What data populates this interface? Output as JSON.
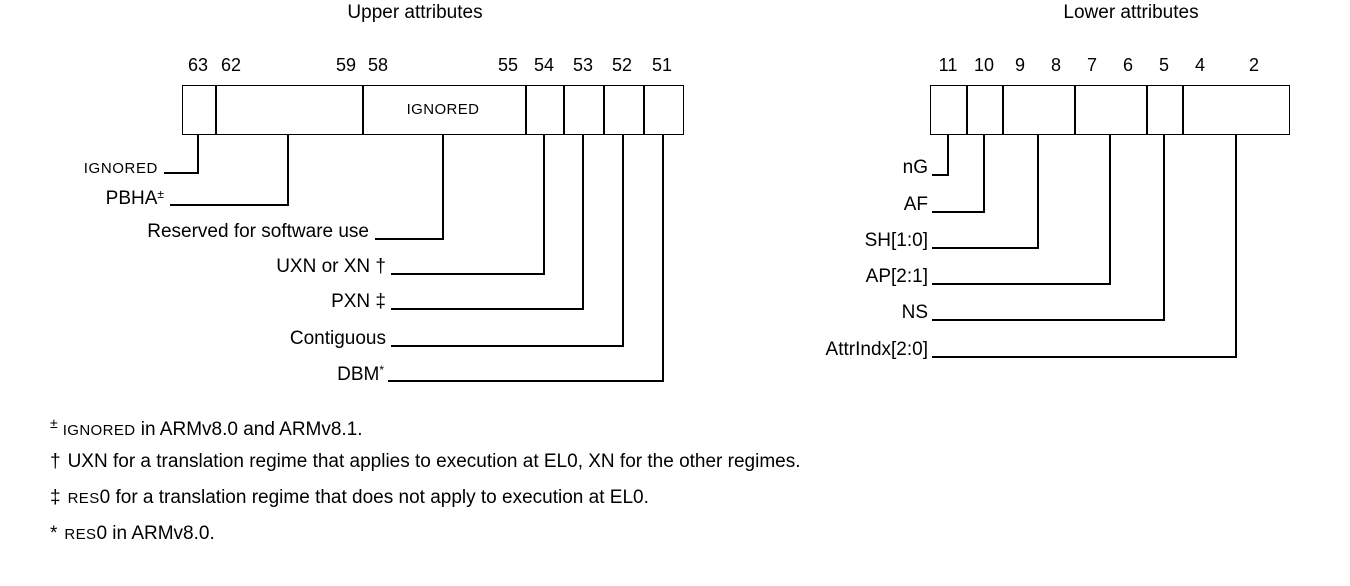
{
  "colors": {
    "foreground": "#000000",
    "background": "#ffffff"
  },
  "upper": {
    "title": "Upper attributes",
    "bit_numbers": [
      "63",
      "62",
      "59",
      "58",
      "55",
      "54",
      "53",
      "52",
      "51"
    ],
    "box_text": "IGNORED",
    "fields": [
      {
        "label": "IGNORED",
        "bits": "63"
      },
      {
        "label": "PBHA",
        "sup": "±",
        "bits": "62:59"
      },
      {
        "label": "Reserved for software use",
        "bits": "58:55"
      },
      {
        "label": "UXN or XN †",
        "bits": "54"
      },
      {
        "label": "PXN ‡",
        "bits": "53"
      },
      {
        "label": "Contiguous",
        "bits": "52"
      },
      {
        "label": "DBM",
        "sup": "*",
        "bits": "51"
      }
    ]
  },
  "lower": {
    "title": "Lower attributes",
    "bit_numbers": [
      "11",
      "10",
      "9",
      "8",
      "7",
      "6",
      "5",
      "4",
      "2"
    ],
    "fields": [
      {
        "label": "nG",
        "bits": "11"
      },
      {
        "label": "AF",
        "bits": "10"
      },
      {
        "label": "SH[1:0]",
        "bits": "9:8"
      },
      {
        "label": "AP[2:1]",
        "bits": "7:6"
      },
      {
        "label": "NS",
        "bits": "5"
      },
      {
        "label": "AttrIndx[2:0]",
        "bits": "4:2"
      }
    ]
  },
  "footnotes": [
    {
      "marker": "±",
      "sc": "IGNORED",
      "text": " in ARMv8.0 and ARMv8.1."
    },
    {
      "marker": "†",
      "sc": "",
      "text": "UXN for a translation regime that applies to execution at EL0, XN for the other regimes."
    },
    {
      "marker": "‡",
      "sc": "RES",
      "text": "0 for a translation regime that does not apply to execution at EL0."
    },
    {
      "marker": "*",
      "sc": "RES",
      "text": "0 in ARMv8.0."
    }
  ]
}
